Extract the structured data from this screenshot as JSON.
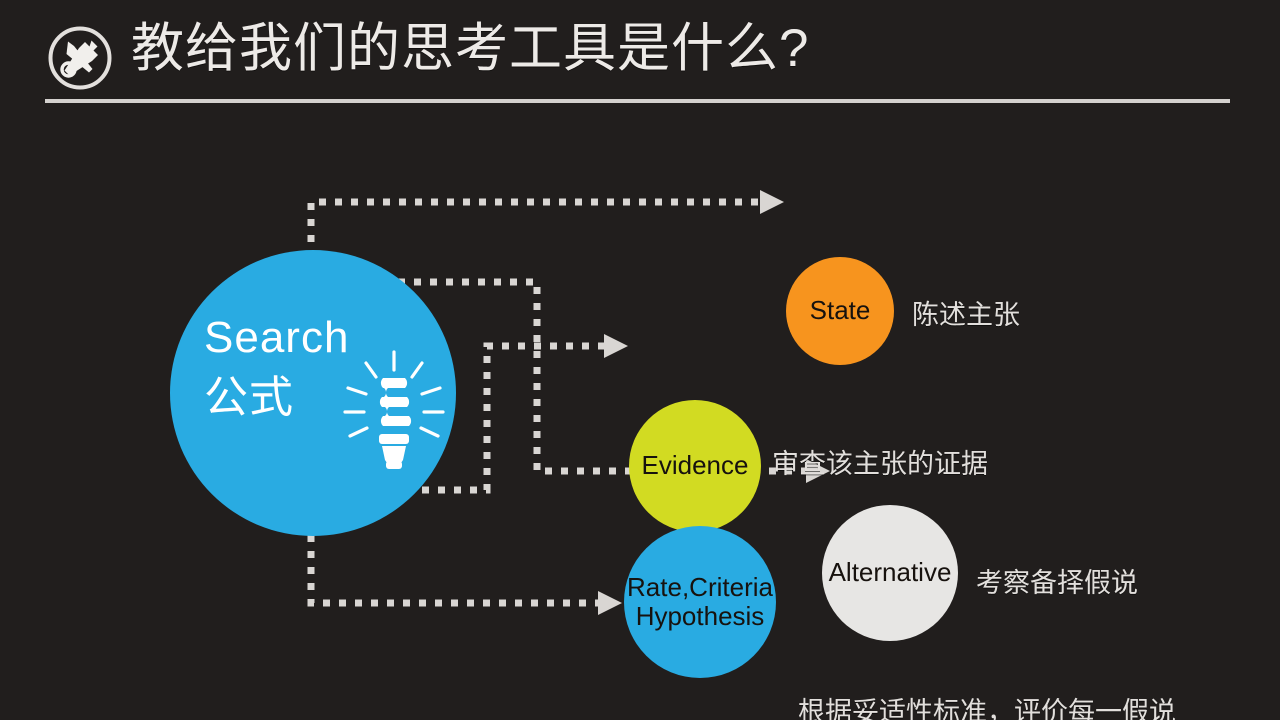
{
  "slide": {
    "background_color": "#211E1D",
    "title": "教给我们的思考工具是什么?",
    "title_color": "#EDEAE7",
    "divider_color": "#D4D1CE",
    "header_icon": "tools-wrench-screwdriver-icon"
  },
  "diagram": {
    "type": "radial-process",
    "hub": {
      "line1": "Search",
      "line2": "公式",
      "label": "Search\n公式",
      "icon": "lightbulb-icon",
      "fill": "#29ABE2",
      "text_color": "#FFFFFF"
    },
    "connector": {
      "style": "dotted",
      "color": "#D9D6D3",
      "arrowhead": "filled-triangle"
    },
    "nodes": [
      {
        "key": "state",
        "label": "State",
        "caption": "陈述主张",
        "fill": "#F7941E",
        "text_color": "#17120e"
      },
      {
        "key": "evidence",
        "label": "Evidence",
        "caption": "审查该主张的证据",
        "fill": "#D2DB22",
        "text_color": "#17120e"
      },
      {
        "key": "alternative",
        "label": "Alternative",
        "caption": "考察备择假说",
        "fill": "#E7E6E4",
        "text_color": "#17120e"
      },
      {
        "key": "rate",
        "label": "Rate,Criteria\nHypothesis",
        "caption": "根据妥适性标准，评价每一假说",
        "fill": "#29ABE2",
        "text_color": "#17120e"
      }
    ],
    "caption_color": "#E2DFDC"
  }
}
